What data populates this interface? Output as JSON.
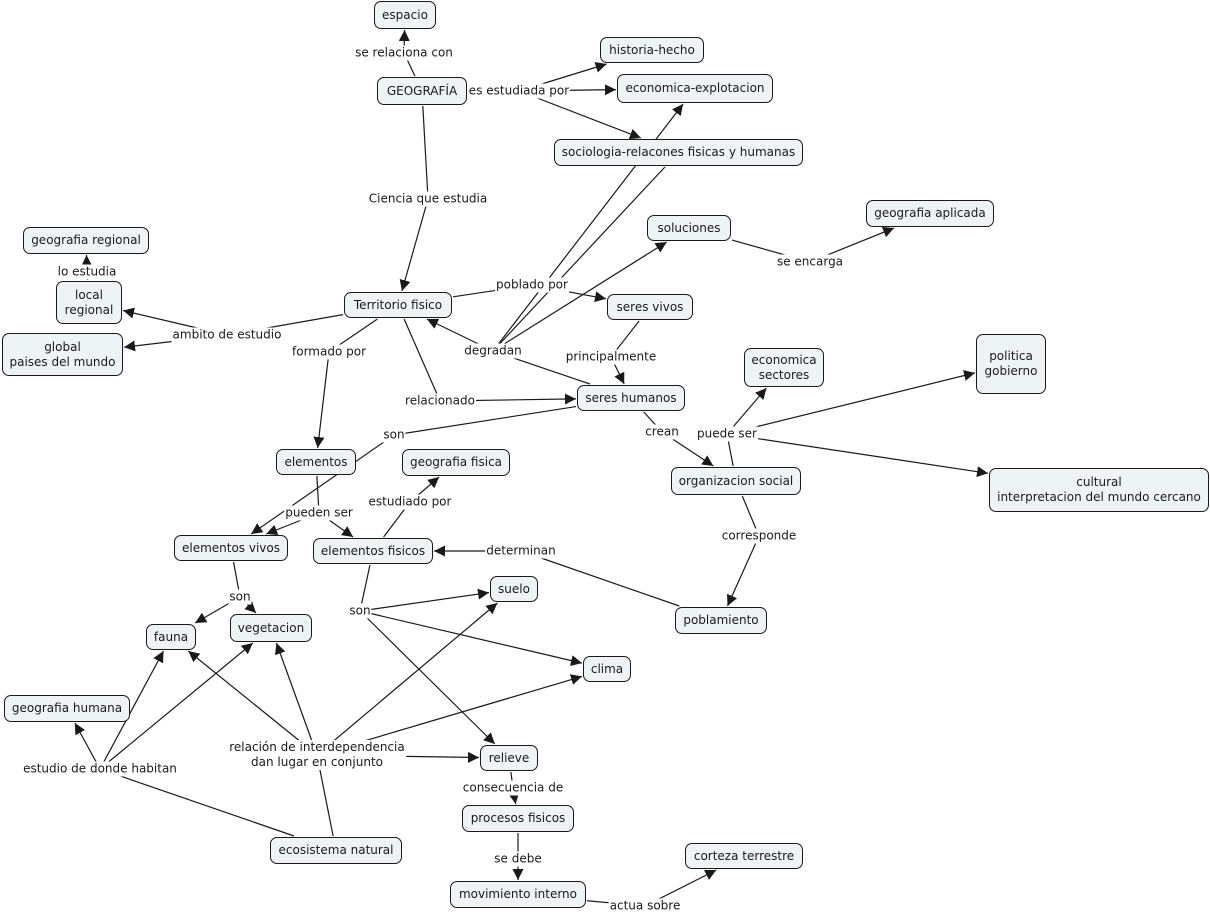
{
  "concept_map": {
    "colors": {
      "node_fill": "#eef3f5",
      "node_border": "#1a1a1a",
      "line": "#1a1a1a",
      "background": "#ffffff"
    },
    "nodes": [
      {
        "id": "espacio",
        "text": "espacio"
      },
      {
        "id": "geografia",
        "text": "GEOGRAFÍA"
      },
      {
        "id": "historia",
        "text": "historia-hecho"
      },
      {
        "id": "economica_exp",
        "text": "economica-explotacion"
      },
      {
        "id": "sociologia",
        "text": "sociologia-relacones fisicas y humanas"
      },
      {
        "id": "geo_regional",
        "text": "geografia regional"
      },
      {
        "id": "local",
        "text": "local\nregional"
      },
      {
        "id": "global",
        "text": "global\npaises del mundo"
      },
      {
        "id": "territorio",
        "text": "Territorio fisico"
      },
      {
        "id": "soluciones",
        "text": "soluciones"
      },
      {
        "id": "geo_aplicada",
        "text": "geografia aplicada"
      },
      {
        "id": "seres_vivos",
        "text": "seres vivos"
      },
      {
        "id": "seres_humanos",
        "text": "seres humanos"
      },
      {
        "id": "economica_sec",
        "text": "economica\nsectores"
      },
      {
        "id": "politica",
        "text": "politica\ngobierno"
      },
      {
        "id": "cultural",
        "text": "cultural\ninterpretacion del mundo cercano"
      },
      {
        "id": "org_social",
        "text": "organizacion social"
      },
      {
        "id": "elementos",
        "text": "elementos"
      },
      {
        "id": "geo_fisica",
        "text": "geografia fisica"
      },
      {
        "id": "elem_vivos",
        "text": "elementos vivos"
      },
      {
        "id": "elem_fisicos",
        "text": "elementos fisicos"
      },
      {
        "id": "poblamiento",
        "text": "poblamiento"
      },
      {
        "id": "suelo",
        "text": "suelo"
      },
      {
        "id": "fauna",
        "text": "fauna"
      },
      {
        "id": "vegetacion",
        "text": "vegetacion"
      },
      {
        "id": "clima",
        "text": "clima"
      },
      {
        "id": "geo_humana",
        "text": "geografia humana"
      },
      {
        "id": "relieve",
        "text": "relieve"
      },
      {
        "id": "procesos",
        "text": "procesos fisicos"
      },
      {
        "id": "ecosistema",
        "text": "ecosistema natural"
      },
      {
        "id": "corteza",
        "text": "corteza terrestre"
      },
      {
        "id": "movimiento",
        "text": "movimiento interno"
      }
    ],
    "links": [
      {
        "id": "se_relaciona",
        "text": "se relaciona con",
        "from": [
          "geografia"
        ],
        "to": [
          "espacio"
        ]
      },
      {
        "id": "es_estudiada",
        "text": "es estudiada por",
        "from": [
          "geografia"
        ],
        "to": [
          "historia",
          "economica_exp",
          "sociologia"
        ]
      },
      {
        "id": "ciencia",
        "text": "Ciencia que estudia",
        "from": [
          "geografia"
        ],
        "to": [
          "territorio"
        ]
      },
      {
        "id": "lo_estudia",
        "text": "lo estudia",
        "from": [
          "local"
        ],
        "to": [
          "geo_regional"
        ]
      },
      {
        "id": "ambito",
        "text": "ambito de estudio",
        "from": [
          "territorio"
        ],
        "to": [
          "local",
          "global"
        ]
      },
      {
        "id": "poblado",
        "text": "poblado por",
        "from": [
          "territorio"
        ],
        "to": [
          "seres_vivos"
        ]
      },
      {
        "id": "degradan",
        "text": "degradan",
        "from": [
          "seres_humanos",
          "sociologia"
        ],
        "to": [
          "territorio",
          "soluciones",
          "economica_exp"
        ]
      },
      {
        "id": "se_encarga",
        "text": "se encarga",
        "from": [
          "soluciones"
        ],
        "to": [
          "geo_aplicada"
        ]
      },
      {
        "id": "principalmente",
        "text": "principalmente",
        "from": [
          "seres_vivos"
        ],
        "to": [
          "seres_humanos"
        ]
      },
      {
        "id": "formado",
        "text": "formado por",
        "from": [
          "territorio"
        ],
        "to": [
          "elementos"
        ]
      },
      {
        "id": "relacionado",
        "text": "relacionado",
        "from": [
          "territorio"
        ],
        "to": [
          "seres_humanos"
        ]
      },
      {
        "id": "crean",
        "text": "crean",
        "from": [
          "seres_humanos"
        ],
        "to": [
          "org_social"
        ]
      },
      {
        "id": "puede_ser",
        "text": "puede ser",
        "from": [
          "org_social"
        ],
        "to": [
          "economica_sec",
          "politica",
          "cultural"
        ]
      },
      {
        "id": "son_1",
        "text": "son",
        "from": [
          "seres_humanos"
        ],
        "to": [
          "elem_vivos"
        ]
      },
      {
        "id": "pueden_ser",
        "text": "pueden ser",
        "from": [
          "elementos"
        ],
        "to": [
          "elem_vivos",
          "elem_fisicos"
        ]
      },
      {
        "id": "estudiado",
        "text": "estudiado por",
        "from": [
          "elem_fisicos"
        ],
        "to": [
          "geo_fisica"
        ]
      },
      {
        "id": "determinan",
        "text": "determinan",
        "from": [
          "poblamiento"
        ],
        "to": [
          "elem_fisicos"
        ]
      },
      {
        "id": "corresponde",
        "text": "corresponde",
        "from": [
          "org_social"
        ],
        "to": [
          "poblamiento"
        ]
      },
      {
        "id": "son_2",
        "text": "son",
        "from": [
          "elem_vivos"
        ],
        "to": [
          "fauna",
          "vegetacion"
        ]
      },
      {
        "id": "son_3",
        "text": "son",
        "from": [
          "elem_fisicos"
        ],
        "to": [
          "suelo",
          "clima",
          "relieve"
        ]
      },
      {
        "id": "estudio_donde",
        "text": "estudio de donde habitan",
        "from": [
          "ecosistema"
        ],
        "to": [
          "geo_humana",
          "fauna",
          "vegetacion"
        ]
      },
      {
        "id": "relacion",
        "text": "relación de interdependencia\ndan lugar en conjunto",
        "from": [
          "ecosistema"
        ],
        "to": [
          "fauna",
          "vegetacion",
          "suelo",
          "clima",
          "relieve"
        ]
      },
      {
        "id": "consecuencia",
        "text": "consecuencia de",
        "from": [
          "relieve"
        ],
        "to": [
          "procesos"
        ]
      },
      {
        "id": "se_debe",
        "text": "se debe",
        "from": [
          "procesos"
        ],
        "to": [
          "movimiento"
        ]
      },
      {
        "id": "actua",
        "text": "actua sobre",
        "from": [
          "movimiento"
        ],
        "to": [
          "corteza"
        ]
      }
    ]
  }
}
